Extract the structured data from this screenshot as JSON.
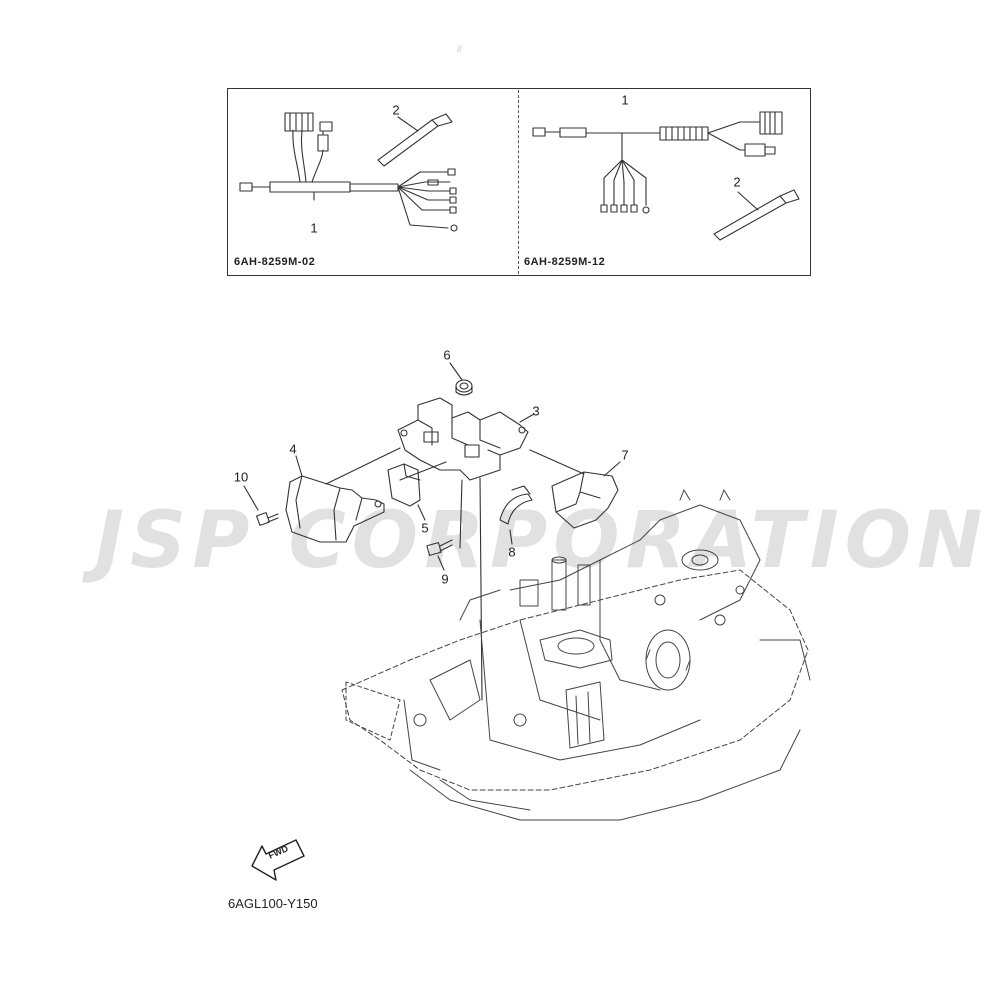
{
  "watermark": {
    "text": "JSP CORPORATION"
  },
  "insets": [
    {
      "code": "6AH-8259M-02",
      "callouts": [
        "1",
        "2"
      ]
    },
    {
      "code": "6AH-8259M-12",
      "callouts": [
        "1",
        "2"
      ]
    }
  ],
  "main_callouts": [
    "3",
    "4",
    "5",
    "6",
    "7",
    "8",
    "9",
    "10"
  ],
  "fwd_label": "FWD",
  "diagram_code": "6AGL100-Y150",
  "colors": {
    "line": "#333333",
    "watermark": "#c8c8c8"
  }
}
